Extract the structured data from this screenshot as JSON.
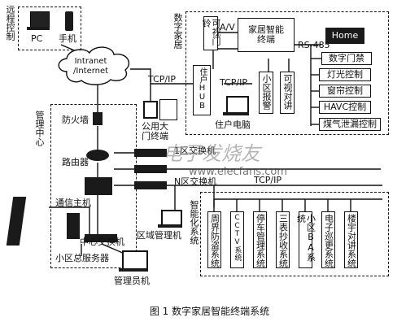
{
  "remote": {
    "label": "远程控制",
    "pc": "PC",
    "phone": "手机"
  },
  "cloud": {
    "label": "Intranet\n/Internet"
  },
  "home": {
    "label": "数字家居",
    "visual_doorbell": "可视门铃",
    "av": "A/V",
    "terminal": "家居智能终端",
    "home_tag": "Home",
    "rs485": "RS-485",
    "hub": "住户HUB",
    "tcpip_inner": "TCP/IP",
    "alarm": "小区报警",
    "intercom": "可视对讲",
    "pc": "住户电脑",
    "subsystems": [
      "数字门禁",
      "灯光控制",
      "窗帘控制",
      "HAVC控制",
      "煤气泄漏控制"
    ]
  },
  "center": {
    "label": "管理中心",
    "firewall": "防火墙",
    "router": "路由器",
    "comm_host": "通信主机",
    "central_switch": "中心交换机",
    "server": "小区总服务器",
    "admin": "管理员机"
  },
  "links": {
    "tcpip_top": "TCP/IP",
    "tcpip_mid": "TCP/IP",
    "gate_terminal": "公用大门终端",
    "zone_switch_1": "1区交换机",
    "zone_switch_n": "N区交换机",
    "zone_admin": "区域管理机"
  },
  "smart": {
    "label": "智能化系统",
    "systems": [
      "周界防盗系统",
      "CCTV系统",
      "停车管理系统",
      "三表抄收系统",
      "小区BA系统",
      "电子巡更系统",
      "楼宇对讲系统"
    ]
  },
  "watermark": {
    "cn": "电子发烧友",
    "url": "www.elecfans.com"
  },
  "caption": "图 1    数字家居智能终端系统"
}
